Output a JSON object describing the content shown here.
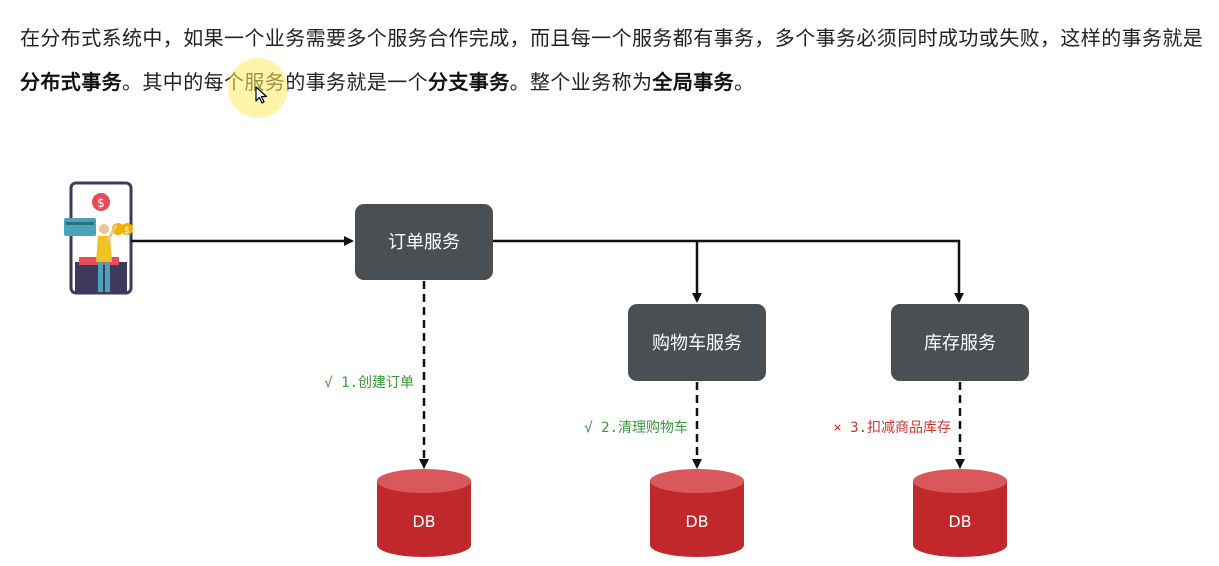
{
  "intro": {
    "part1": "在分布式系统中，如果一个业务需要多个服务合作完成，而且每一个服务都有事务，多个事务必须同时成功或失败，这样的事务就是",
    "term_distributed": "分布式事务",
    "part2": "。其中的每个服务的事务就是一个",
    "term_branch": "分支事务",
    "part3": "。整个业务称为",
    "term_global": "全局事务",
    "part4": "。"
  },
  "services": {
    "order": "订单服务",
    "cart": "购物车服务",
    "stock": "库存服务"
  },
  "steps": {
    "order": "√ 1.创建订单",
    "cart": "√ 2.清理购物车",
    "stock": "× 3.扣减商品库存"
  },
  "databases": {
    "order": "DB",
    "cart": "DB",
    "stock": "DB"
  },
  "icons": {
    "client": "mobile-payment-icon",
    "dollar": "dollar-coin-icon",
    "cursor": "mouse-cursor-icon"
  },
  "colors": {
    "service_box": "#4a4f53",
    "db": "#c0282b",
    "db_top": "#d9585b",
    "success": "#3a9a3a",
    "failure": "#d0352b",
    "arrow": "#111111",
    "highlight": "#ffec64"
  }
}
